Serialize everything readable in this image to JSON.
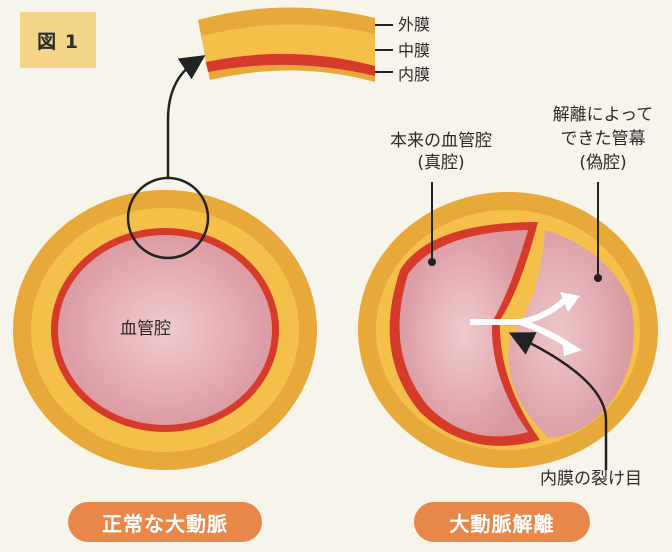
{
  "figure_label": "図 1",
  "layer_labels": {
    "outer": "外膜",
    "middle": "中膜",
    "inner": "内膜"
  },
  "normal": {
    "lumen_label": "血管腔",
    "caption": "正常な大動脈"
  },
  "dissection": {
    "true_lumen_line1": "本来の血管腔",
    "true_lumen_line2": "(真腔)",
    "false_lumen_line1": "解離によって",
    "false_lumen_line2": "できた管幕",
    "false_lumen_line3": "(偽腔)",
    "tear_label": "内膜の裂け目",
    "caption": "大動脈解離"
  },
  "colors": {
    "background": "#f7f4ec",
    "adventitia": "#e8a93b",
    "media": "#f5c04a",
    "intima": "#d63a2a",
    "lumen": "#dba1a8",
    "caption_pill": "#e8874a"
  }
}
